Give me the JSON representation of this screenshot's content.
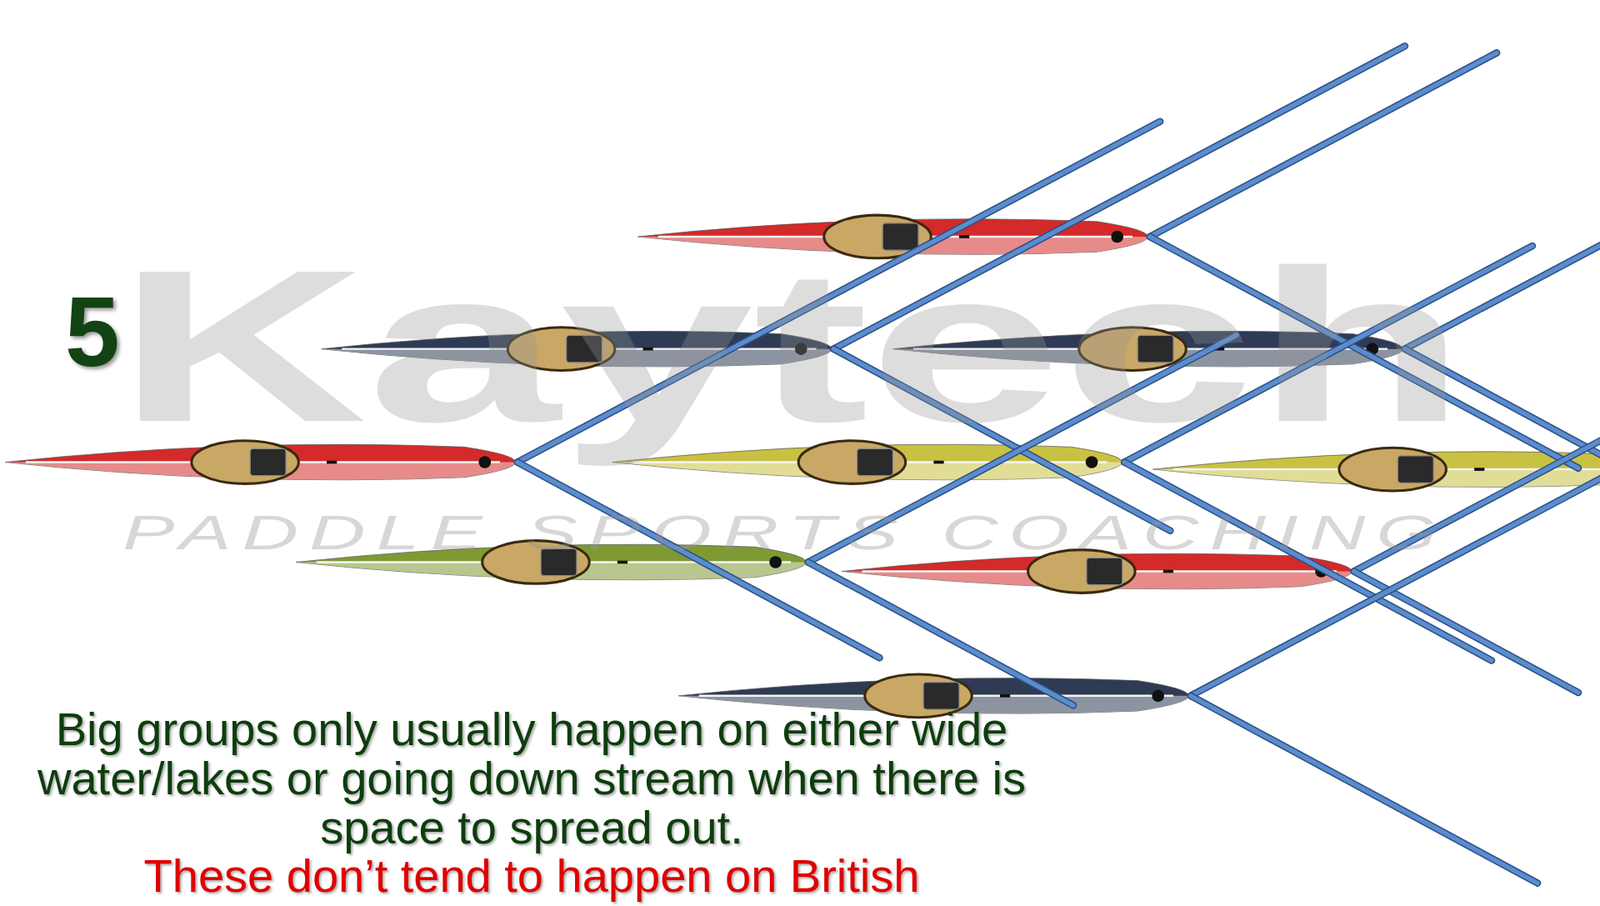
{
  "diagram": {
    "labels": [
      "5",
      "Kaytech",
      "PADDLE SPORTS COACHING",
      "Big groups only usually happen on either wide water/lakes or going down stream when there is space to spread out.",
      "These don’t tend to happen on British"
    ]
  }
}
